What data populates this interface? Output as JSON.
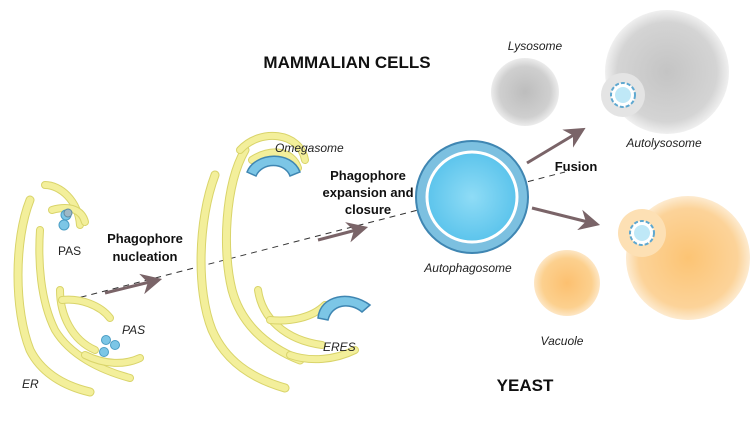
{
  "headings": {
    "mammalian": "MAMMALIAN CELLS",
    "yeast": "YEAST"
  },
  "steps": {
    "nucleation": [
      "Phagophore",
      "nucleation"
    ],
    "expansion": [
      "Phagophore",
      "expansion and",
      "closure"
    ],
    "fusion": "Fusion"
  },
  "labels": {
    "pas_upper": "PAS",
    "pas_lower": "PAS",
    "er": "ER",
    "omegasome": "Omegasome",
    "eres": "ERES",
    "autophagosome": "Autophagosome",
    "lysosome": "Lysosome",
    "autolysosome": "Autolysosome",
    "vacuole": "Vacuole"
  },
  "colors": {
    "er_fill": "#f3ef9b",
    "er_edge": "#d9d46a",
    "membrane_blue": "#7cc0e0",
    "lumen_blue": "#7fd3f0",
    "lysosome_gray": "#c8c8c8",
    "vacuole_orange": "#fcc77a",
    "arrow": "#7a6468"
  }
}
